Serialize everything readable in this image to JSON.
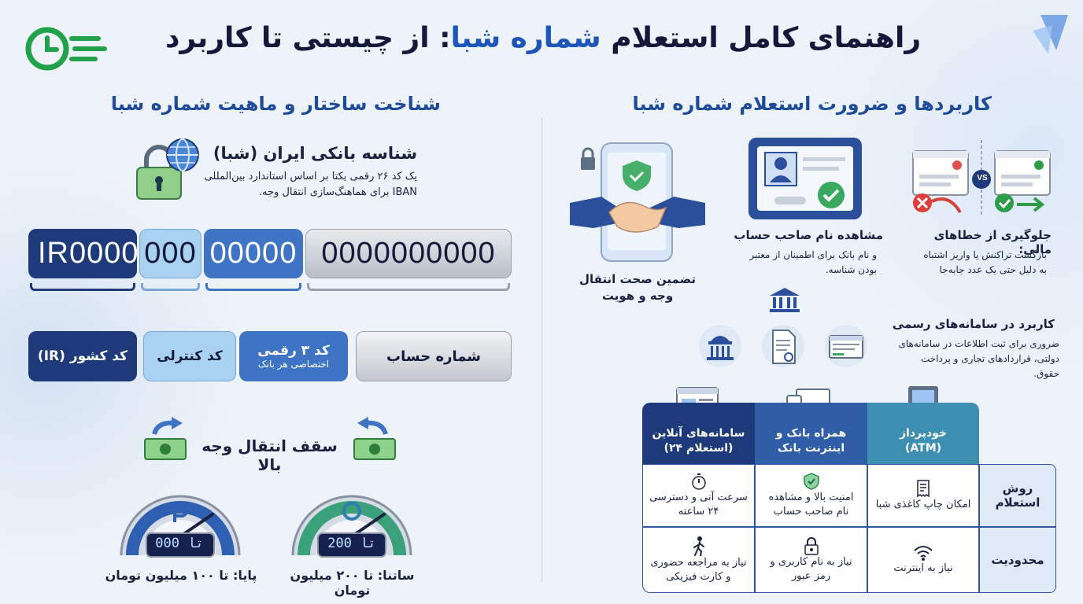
{
  "title": {
    "part1": "راهنمای کامل استعلام ",
    "highlight": "شماره شبا",
    "part2": ": از چیستی تا کاربرد"
  },
  "left": {
    "section_title": "شناخت ساختار و ماهیت شماره شبا",
    "info_title": "شناسه بانکی ایران (شبا)",
    "info_line1": "یک کد ۲۶ رقمی یکتا بر اساس استاندارد بین‌المللی",
    "info_line2": "IBAN برای هماهنگ‌سازی انتقال وجه.",
    "iban_segments": [
      "IR0000",
      "000",
      "00000",
      "0000000000"
    ],
    "labels": {
      "country": "کد کشور (IR)",
      "control": "کد کنترلی",
      "bank_line1": "کد ۳ رقمی",
      "bank_line2": "اختصاصی هر بانک",
      "account": "شماره حساب"
    },
    "limit_title": "سقف انتقال وجه بالا",
    "paya_display": "000 تا",
    "satna_display": "200 تا",
    "paya_label": "پایا: تا ۱۰۰ میلیون تومان",
    "satna_label": "ساتنا: تا ۲۰۰ میلیون تومان"
  },
  "right": {
    "section_title": "کاربردها و ضرورت استعلام شماره شبا",
    "vs": "VS",
    "error_title": "جلوگیری از خطاهای مالی:",
    "error_line1": "بازگشت تراکنش یا واریز اشتباه",
    "error_line2": "به دلیل حتی یک عدد جابه‌جا",
    "name_title": "مشاهده نام صاحب حساب",
    "name_line1": "و نام بانک برای اطمینان از معتبر",
    "name_line2": "بودن شناسه.",
    "secure_line1": "تضمین صحت انتقال",
    "secure_line2": "وجه و هویت",
    "official_title": "کاربرد در سامانه‌های رسمی",
    "official_line1": "ضروری برای ثبت اطلاعات در سامانه‌های",
    "official_line2": "دولتی، قراردادهای تجاری و پرداخت",
    "official_line3": "حقوق.",
    "table": {
      "col_atm_1": "خودپرداز",
      "col_atm_2": "(ATM)",
      "col_mobile_1": "همراه بانک و",
      "col_mobile_2": "اینترنت بانک",
      "col_online_1": "سامانه‌های آنلاین",
      "col_online_2": "(استعلام ۲۴)",
      "row_method": "روش استعلام",
      "row_limit": "محدودیت",
      "m_atm": "امکان چاپ کاغذی شبا",
      "m_mobile_1": "امنیت بالا و مشاهده",
      "m_mobile_2": "نام صاحب حساب",
      "m_online_1": "سرعت آنی و دسترسی",
      "m_online_2": "۲۴ ساعته",
      "l_atm": "نیاز به اینترنت",
      "l_mobile_1": "نیاز به نام کاربری و",
      "l_mobile_2": "رمز عبور",
      "l_online_1": "نیاز به مراجعه حضوری",
      "l_online_2": "و کارت فیزیکی"
    }
  },
  "colors": {
    "navy": "#1e3a7a",
    "blue": "#3f74c4",
    "light_blue": "#a9d2f2",
    "green": "#2e9d4a"
  }
}
